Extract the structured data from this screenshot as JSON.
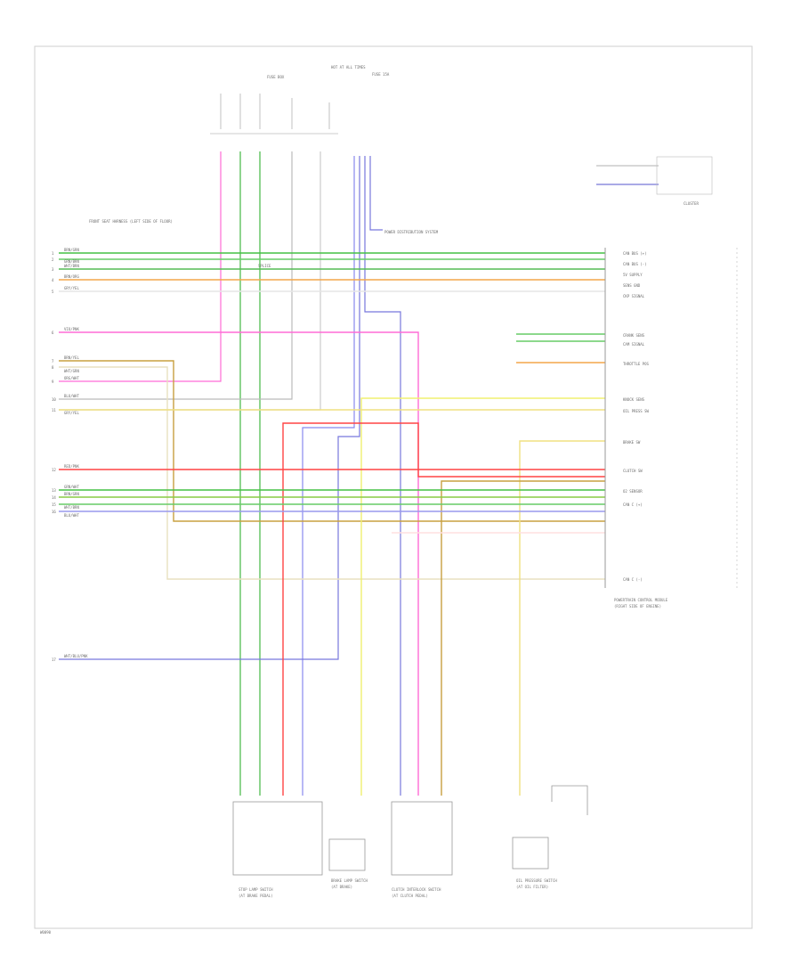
{
  "header": {
    "top_label": "HOT AT ALL TIMES",
    "fuse_label": "FUSE BOX",
    "pdc_label": "FUSE 15A",
    "cluster_label": "CLUSTER"
  },
  "harness_labels": {
    "front_seat": "FRONT SEAT HARNESS (LEFT SIDE OF FLOOR)",
    "power_dist": "POWER DISTRIBUTION SYSTEM",
    "splice": "SPLICE"
  },
  "left_wires": [
    {
      "num": "1",
      "color": "BRN/GRN"
    },
    {
      "num": "2",
      "color": "GRN/BRN"
    },
    {
      "num": "3",
      "color": "WHT/BRN"
    },
    {
      "num": "4",
      "color": "BRN/ORG"
    },
    {
      "num": "5",
      "color": "GRY/YEL"
    },
    {
      "num": "6",
      "color": "VIO/PNK"
    },
    {
      "num": "7",
      "color": "BRN/YEL"
    },
    {
      "num": "8",
      "color": "WHT/GRN"
    },
    {
      "num": "9",
      "color": "ORG/WHT"
    },
    {
      "num": "10",
      "color": "BLU/WHT"
    },
    {
      "num": "11",
      "color": "GRY/YEL"
    },
    {
      "num": "12",
      "color": "RED/PNK"
    },
    {
      "num": "13",
      "color": "GRN/WHT"
    },
    {
      "num": "14",
      "color": "BRN/GRN"
    },
    {
      "num": "15",
      "color": "WHT/BRN"
    },
    {
      "num": "16",
      "color": "BLU/WHT"
    },
    {
      "num": "17",
      "color": "WHT/BLU/PNK"
    }
  ],
  "pcm_pins": [
    {
      "label": "CAN BUS (+)"
    },
    {
      "label": "CAN BUS (-)"
    },
    {
      "label": "5V SUPPLY"
    },
    {
      "label": "SENS GND"
    },
    {
      "label": "CKP SIGNAL"
    },
    {
      "label": "CRANK SENS"
    },
    {
      "label": "CAM SIGNAL"
    },
    {
      "label": "THROTTLE POS"
    },
    {
      "label": "KNOCK SENS"
    },
    {
      "label": "OIL PRESS SW"
    },
    {
      "label": "BRAKE SW"
    },
    {
      "label": "CLUTCH SW"
    },
    {
      "label": "O2 SENSOR"
    },
    {
      "label": "CAN C (+)"
    },
    {
      "label": "CAN C (-)"
    }
  ],
  "components": [
    {
      "name": "STOP LAMP SWITCH",
      "sub": "(AT BRAKE PEDAL)"
    },
    {
      "name": "BRAKE LAMP SWITCH",
      "sub": "(AT BRAKE)"
    },
    {
      "name": "CLUTCH INTERLOCK SWITCH",
      "sub": "(AT CLUTCH PEDAL)"
    },
    {
      "name": "POWERTRAIN CONTROL MODULE",
      "sub": "(RIGHT SIDE OF ENGINE)"
    },
    {
      "name": "OIL PRESSURE SWITCH",
      "sub": "(AT OIL FILTER)"
    }
  ],
  "footer": {
    "code": "W0090"
  }
}
